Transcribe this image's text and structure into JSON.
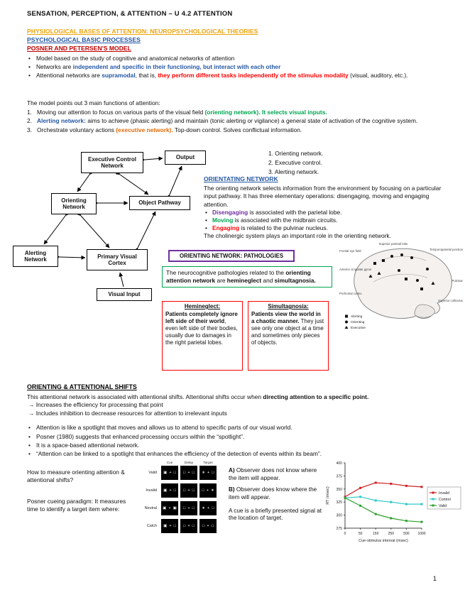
{
  "meta": {
    "title": "SENSATION, PERCEPTION, & ATTENTION – U 4.2 ATTENTION",
    "page_number": "1"
  },
  "headings": {
    "physiological": "PHYSIOLOGICAL BASES OF ATTENTION: NEUROPSYCHOLOGICAL THEORIES",
    "psychological": "PSYCHOLOGICAL BASIC PROCESSES",
    "posner": "POSNER AND PETERSEN'S MODEL"
  },
  "intro": {
    "bullets": [
      {
        "segments": [
          {
            "t": "Model based on the study of cognitive and anatomical networks of attention"
          }
        ]
      },
      {
        "segments": [
          {
            "t": "Networks are "
          },
          {
            "t": "independent and specific in their functioning, but interact with each other",
            "s": "blue bold"
          }
        ]
      },
      {
        "segments": [
          {
            "t": "Attentional networks are "
          },
          {
            "t": "supramodal",
            "s": "blue bold"
          },
          {
            "t": ", that is, "
          },
          {
            "t": "they perform different tasks independently of the stimulus modality",
            "s": "red bold"
          },
          {
            "t": " (visual, auditory, etc.)."
          }
        ]
      }
    ]
  },
  "functions": {
    "lead": "The model points out 3 main functions of attention:",
    "items": [
      {
        "num": "1.",
        "segments": [
          {
            "t": "Moving our attention to focus on various parts of the visual field "
          },
          {
            "t": "(orienting network). It selects visual inputs.",
            "s": "green bold"
          }
        ]
      },
      {
        "num": "2.",
        "segments": [
          {
            "t": "Alerting network:",
            "s": "blue bold"
          },
          {
            "t": " aims to achieve (phasic alerting) and maintain (tonic alerting or vigilance) a general state of activation of the cognitive system."
          }
        ]
      },
      {
        "num": "3.",
        "segments": [
          {
            "t": "Orchestrate voluntary actions "
          },
          {
            "t": "(executive network).",
            "s": "orange bold"
          },
          {
            "t": " Top-down control. Solves conflictual information."
          }
        ]
      }
    ]
  },
  "diagram": {
    "boxes": [
      {
        "label": "Executive Control Network"
      },
      {
        "label": "Output"
      },
      {
        "label": "Orienting Network"
      },
      {
        "label": "Object Pathway"
      },
      {
        "label": "Alerting Network"
      },
      {
        "label": "Primary Visual Cortex"
      },
      {
        "label": "Visual Input"
      }
    ]
  },
  "network_list": {
    "items": [
      "1.  Orienting network.",
      "2.  Executive control.",
      "3.  Alerting network."
    ]
  },
  "orienting": {
    "heading": "ORIENTATING NETWORK",
    "para": "The orienting network selects information from the environment by focusing on a particular input pathway. It has three elementary operations: disengaging, moving and engaging attention.",
    "bullets": [
      {
        "segments": [
          {
            "t": "Disengaging",
            "s": "purple bold"
          },
          {
            "t": " is associated with the parietal lobe."
          }
        ]
      },
      {
        "segments": [
          {
            "t": "Moving",
            "s": "green bold"
          },
          {
            "t": " is associated with the midbrain circuits."
          }
        ]
      },
      {
        "segments": [
          {
            "t": "Engaging",
            "s": "red bold"
          },
          {
            "t": " is related to the pulvinar nucleus."
          }
        ]
      }
    ],
    "footer": "The cholinergic system plays an important role in the orienting network."
  },
  "pathologies": {
    "box_title": "ORIENTING NETWORK: PATHOLOGIES",
    "note_segments": [
      {
        "t": "The neurocognitive pathologies related to the "
      },
      {
        "t": "orienting attention network",
        "s": "bold"
      },
      {
        "t": " are "
      },
      {
        "t": "hemineglect",
        "s": "bold"
      },
      {
        "t": " and "
      },
      {
        "t": "simultagnosia.",
        "s": "bold"
      }
    ],
    "hemineglect": {
      "title": "Hemineglect:",
      "segments": [
        {
          "t": "Patients completely ignore left side of their world",
          "s": "bold"
        },
        {
          "t": ", even left side of their bodies, usually due to damages in the right parietal lobes."
        }
      ]
    },
    "simultagnosia": {
      "title": "Simultagnosia:",
      "segments": [
        {
          "t": "Patients view the world in a chaotic manner.",
          "s": "bold"
        },
        {
          "t": " They just see only one object at a time and sometimes only pieces of objects."
        }
      ]
    }
  },
  "brain": {
    "legend": [
      {
        "label": "Alerting"
      },
      {
        "label": "Orienting"
      },
      {
        "label": "Executive"
      }
    ],
    "labels": [
      "Superior parietal lobe",
      "Temporoparietal junction",
      "Frontal eye field",
      "Anterior cingulate gyrus",
      "Prefrontal cortex",
      "Pulvinar",
      "Superior colliculus"
    ]
  },
  "shifts": {
    "heading": "ORIENTING & ATTENTIONAL SHIFTS",
    "para_segments": [
      {
        "t": "This attentional network is associated with attentional shifts. Attentional shifts occur when "
      },
      {
        "t": "directing attention to a specific point.",
        "s": "bold"
      }
    ],
    "arrows": [
      "→ Increases the efficiency for processing that point",
      "→ Includes inhibition to decrease resources for attention to irrelevant inputs"
    ],
    "bullets": [
      "Attention is like a spotlight that moves and allows us to attend to specific parts of our visual world.",
      "Posner (1980) suggests that enhanced processing occurs within the “spotlight”.",
      "It is a space-based attentional network.",
      "“Attention can be linked to a spotlight that enhances the efficiency of the detection of events within its beam”."
    ]
  },
  "measure": {
    "question": "How to measure orienting attention & attentional shifts?",
    "method": "Posner cueing paradigm: It measures time to identify a target item where:",
    "note_a_segments": [
      {
        "t": "A) ",
        "s": "bold"
      },
      {
        "t": "Observer does not know where the item will appear."
      }
    ],
    "note_b_segments": [
      {
        "t": "B) ",
        "s": "bold"
      },
      {
        "t": "Observer does know where the item will appear."
      }
    ],
    "cue_note": "A cue is a briefly presented signal at the location of target.",
    "paradigm": {
      "cols": [
        "Cue",
        "Delay",
        "Target"
      ],
      "rows": [
        {
          "label": "Valid",
          "cells": [
            "▣  +  □",
            "□  +  □",
            "∗  +  □"
          ]
        },
        {
          "label": "Invalid",
          "cells": [
            "▣  +  □",
            "□  +  □",
            "□  +  ∗"
          ]
        },
        {
          "label": "Neutral",
          "cells": [
            "▣  +  ▣",
            "□  +  □",
            "∗  +  □"
          ]
        },
        {
          "label": "Catch",
          "cells": [
            "▣  +  □",
            "□  +  □",
            "□  +  □"
          ]
        }
      ]
    }
  },
  "chart_data": {
    "type": "line",
    "x": [
      0,
      50,
      150,
      250,
      500,
      1000
    ],
    "xlabel": "Cue-stimulus interval (msec)",
    "ylabel": "RT (msec)",
    "ylim": [
      275,
      400
    ],
    "yticks": [
      275,
      300,
      325,
      350,
      375,
      400
    ],
    "grid": false,
    "legend_position": "right",
    "series": [
      {
        "name": "Invalid",
        "color": "#d02020",
        "values": [
          335,
          352,
          362,
          360,
          356,
          354
        ]
      },
      {
        "name": "Control",
        "color": "#30c8c8",
        "values": [
          333,
          335,
          328,
          325,
          321,
          321
        ]
      },
      {
        "name": "Valid",
        "color": "#2ca02c",
        "values": [
          333,
          318,
          302,
          294,
          289,
          287
        ]
      }
    ]
  }
}
